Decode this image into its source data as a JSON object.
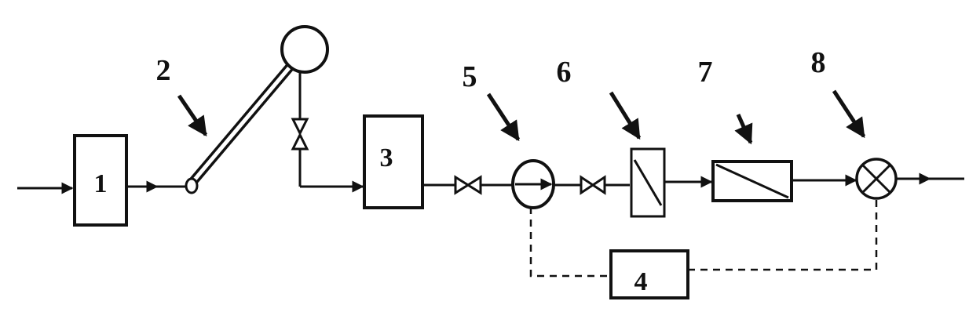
{
  "diagram": {
    "labels": {
      "unit_1": "1",
      "unit_2": "2",
      "unit_3": "3",
      "unit_4": "4",
      "unit_5": "5",
      "unit_6": "6",
      "unit_7": "7",
      "unit_8": "8"
    },
    "colors": {
      "ink": "#111111",
      "background": "#ffffff"
    }
  }
}
